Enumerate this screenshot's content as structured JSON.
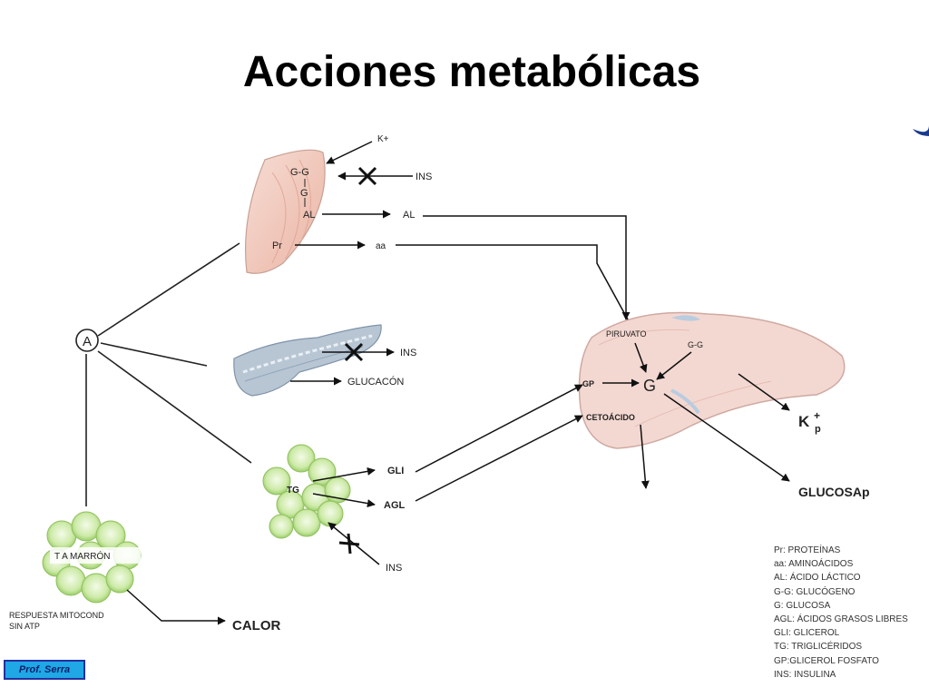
{
  "slide": {
    "title": "Acciones metabólicas",
    "badge": "Prof. Serra"
  },
  "diagram": {
    "hub_label": "A",
    "muscle": {
      "k_plus": "K+",
      "gg": "G-G",
      "g": "G",
      "al_left": "AL",
      "pr": "Pr",
      "ins": "INS",
      "al_right": "AL",
      "aa": "aa"
    },
    "pancreas": {
      "ins": "INS",
      "glucagon": "GLUCACÓN"
    },
    "adipose": {
      "tg": "TG",
      "gli": "GLI",
      "agl": "AGL",
      "ins": "INS"
    },
    "brown_fat": {
      "label": "T A  MARRÓN",
      "response_line1": "RESPUESTA MITOCOND",
      "response_line2": "SIN ATP",
      "calor": "CALOR"
    },
    "liver": {
      "piruvato": "PIRUVATO",
      "gg": "G-G",
      "gp": "GP",
      "g": "G",
      "cetoacido": "CETOÁCIDO",
      "k_plus_p": "K",
      "k_sup": "+",
      "k_sub": "p",
      "glucosa_p": "GLUCOSAp"
    },
    "colors": {
      "muscle_fill": "#f2c9bd",
      "pancreas_fill": "#a9b8c8",
      "adipose_fill": "#d6f0b5",
      "liver_fill": "#f1d2cb",
      "liver_outline": "#c9a7a0"
    }
  },
  "legend": [
    "Pr: PROTEÍNAS",
    "aa: AMINOÁCIDOS",
    "AL: ÁCIDO LÁCTICO",
    "G-G: GLUCÓGENO",
    "G: GLUCOSA",
    "AGL: ÁCIDOS GRASOS LIBRES",
    "GLI: GLICEROL",
    "TG: TRIGLICÉRIDOS",
    "GP:GLICEROL FOSFATO",
    "INS: INSULINA"
  ]
}
